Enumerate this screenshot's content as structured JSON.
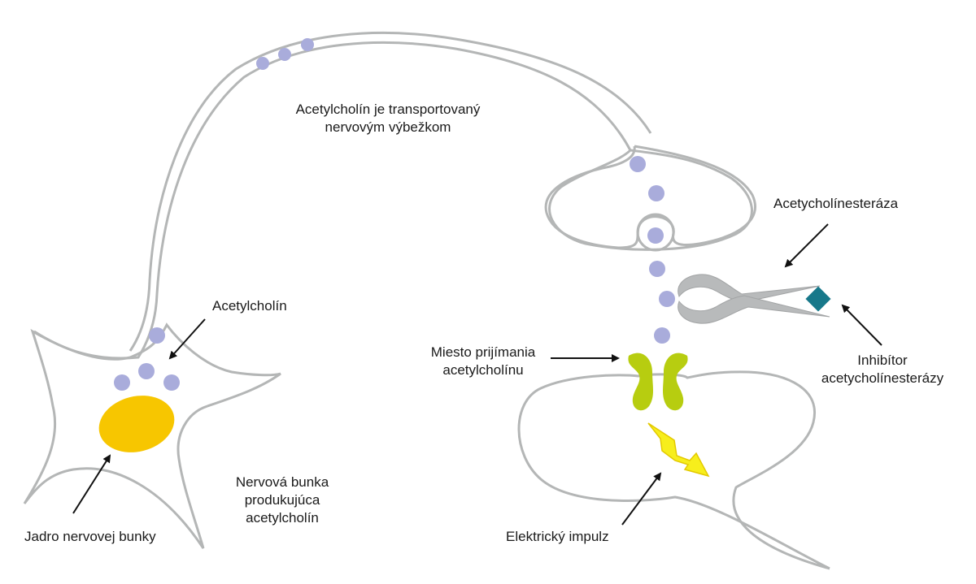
{
  "colors": {
    "outline": "#b4b6b6",
    "molecule": "#a9acdb",
    "nucleus": "#f7c600",
    "receptor": "#b7cd10",
    "enzyme": "#b8babb",
    "inhibitor": "#17788a",
    "impulse": "#f7ee1c",
    "arrow": "#111111"
  },
  "icons": {
    "molecule": "acetylcholine-molecule-icon",
    "enzyme": "scissors-shaped-enzyme-icon",
    "inhibitor": "diamond-inhibitor-icon",
    "impulse": "lightning-bolt-icon",
    "receptor": "receptor-pair-icon"
  },
  "labels": {
    "transport_line1": "Acetylcholín je transportovaný",
    "transport_line2": "nervovým výbežkom",
    "acetylcholine": "Acetylcholín",
    "esterase": "Acetycholínesteráza",
    "receptor_site_line1": "Miesto prijímania",
    "receptor_site_line2": "acetylcholínu",
    "inhibitor_line1": "Inhibítor",
    "inhibitor_line2": "acetycholínesterázy",
    "nerve_cell_line1": "Nervová bunka",
    "nerve_cell_line2": "produkujúca",
    "nerve_cell_line3": "acetylcholín",
    "nucleus": "Jadro nervovej bunky",
    "impulse": "Elektrický impulz"
  }
}
